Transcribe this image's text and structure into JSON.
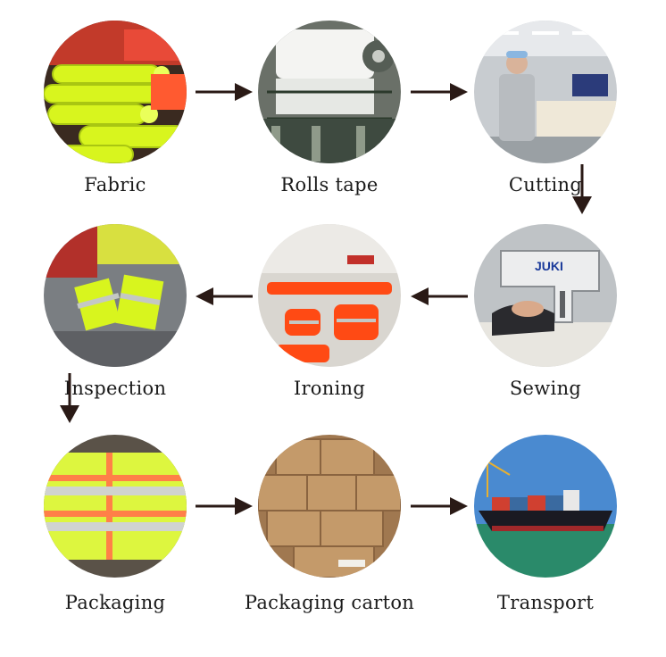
{
  "steps": [
    {
      "label": "Fabric",
      "icon": "fabric-rolls-photo"
    },
    {
      "label": "Rolls tape",
      "icon": "rolls-tape-machine-photo"
    },
    {
      "label": "Cutting",
      "icon": "cutting-workshop-photo"
    },
    {
      "label": "Sewing",
      "icon": "sewing-machine-photo"
    },
    {
      "label": "Ironing",
      "icon": "ironing-workshop-photo"
    },
    {
      "label": "Inspection",
      "icon": "inspection-vests-photo"
    },
    {
      "label": "Packaging",
      "icon": "packaged-vests-photo"
    },
    {
      "label": "Packaging carton",
      "icon": "cartons-photo"
    },
    {
      "label": "Transport",
      "icon": "cargo-ship-photo"
    }
  ],
  "photo_badges": {
    "sewing_brand": "JUKI"
  },
  "colors": {
    "arrow": "#2a1a16",
    "text": "#1a1a1a",
    "hi_vis_yellow": "#d8f51e",
    "safety_orange": "#ff5a14"
  }
}
